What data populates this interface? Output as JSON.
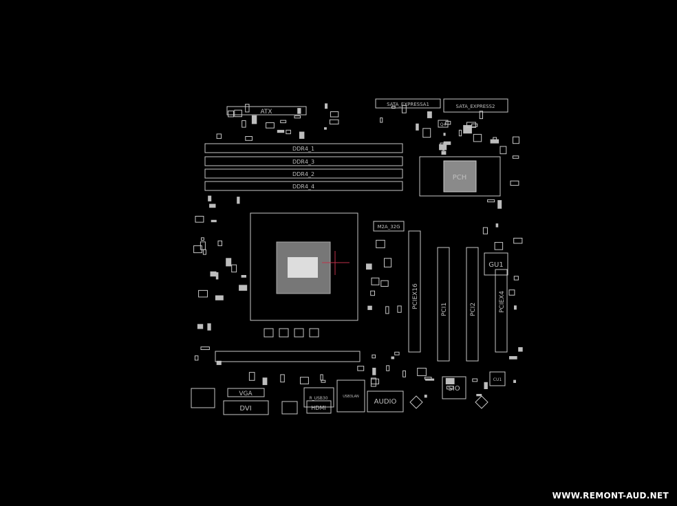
{
  "board": {
    "labels": {
      "atx": "ATX",
      "sata1": "SATA_EXPRESSA1",
      "sata2": "SATA_EXPRESS2",
      "ddr1": "DDR4_1",
      "ddr3": "DDR4_3",
      "ddr2": "DDR4_2",
      "ddr4": "DDR4_4",
      "pch": "PCH",
      "q4": "Q4",
      "m2": "M2A_32G",
      "pciex16": "PCIEX16",
      "pci1": "PCI1",
      "pci2": "PCI2",
      "pciex4": "PCIEX4",
      "gu1": "GU1",
      "sio": "SIO",
      "cu1": "CU1",
      "vga": "VGA",
      "dvi": "DVI",
      "usb30": "R_USB30",
      "hdmi": "HDMI",
      "usblan": "USB3LAN",
      "audio": "AUDIO"
    },
    "colors": {
      "background": "#000000",
      "outline": "#c8c8c8",
      "cursor": "#c0304a"
    }
  },
  "watermark": "WWW.REMONT-AUD.NET"
}
